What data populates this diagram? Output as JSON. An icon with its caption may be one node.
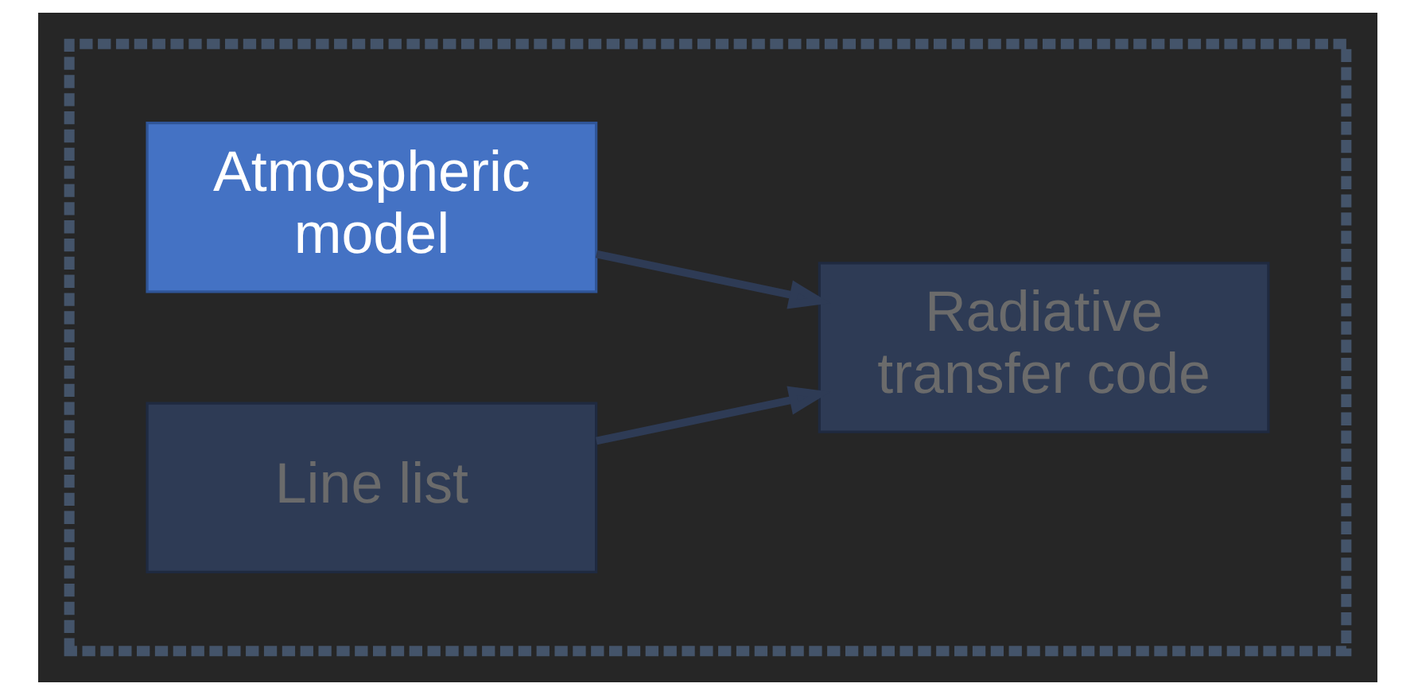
{
  "diagram": {
    "nodes": [
      {
        "text": [],
        "shape": "box"
      },
      {
        "text": [
          "Atmospheric model"
        ],
        "in": 0
      },
      {
        "text": [
          "Line list"
        ],
        "in": 0
      },
      {
        "text": [
          "Radiative transfer code"
        ],
        "in": 0
      }
    ],
    "edges": [
      {
        "from": 1,
        "to": 3,
        "arrow": "to"
      },
      {
        "from": 2,
        "to": 3,
        "arrow": "to"
      }
    ]
  }
}
